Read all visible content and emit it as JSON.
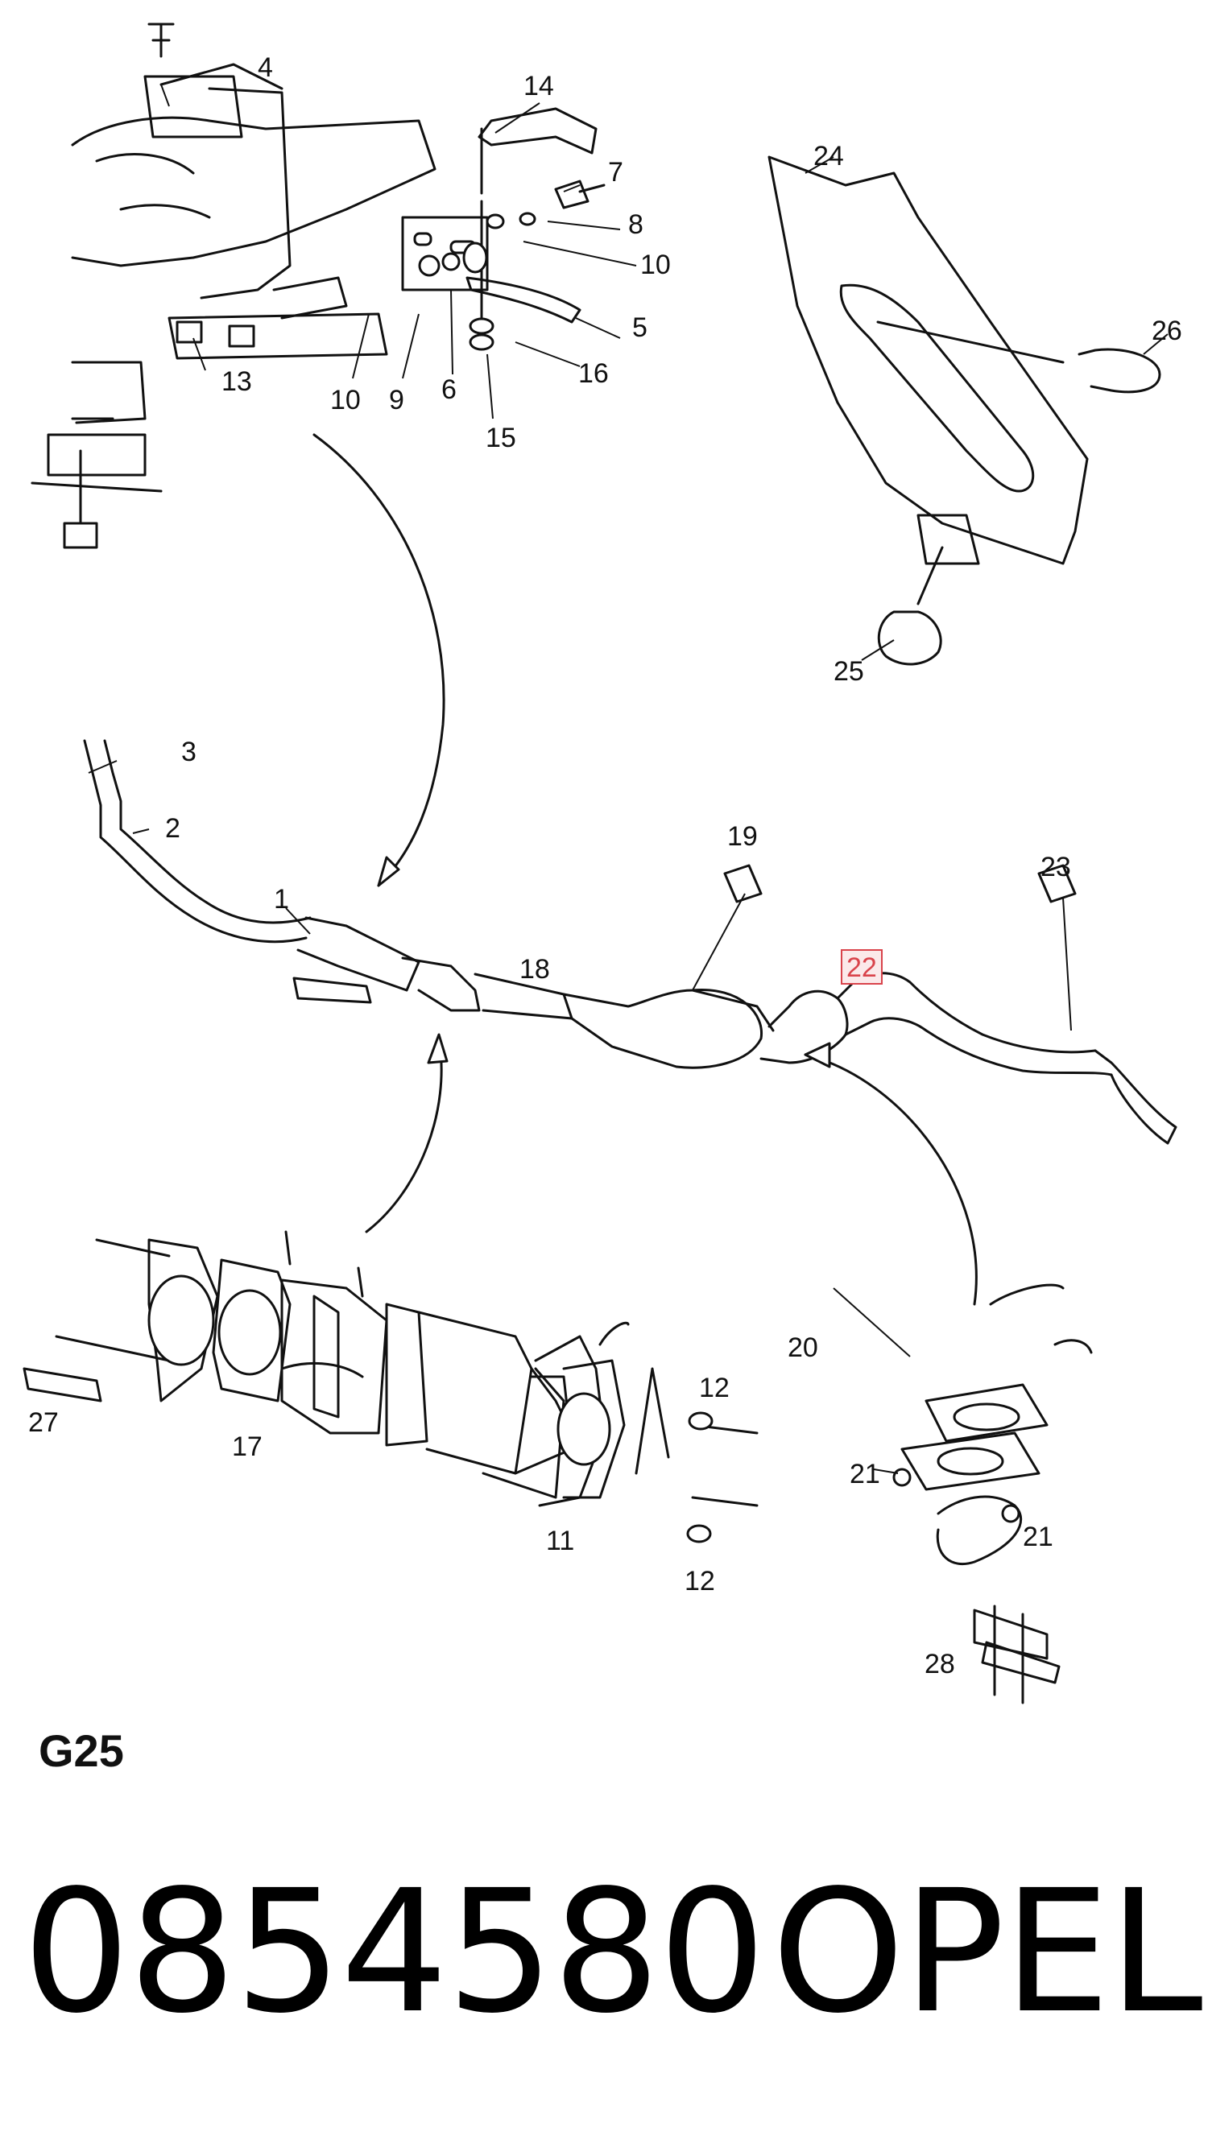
{
  "section_code": "G25",
  "part_number": "0854580",
  "brand": "OPEL",
  "highlighted_callout": "22",
  "highlight_color": "#d9434b",
  "callouts": {
    "c1": "1",
    "c2": "2",
    "c3": "3",
    "c4": "4",
    "c5": "5",
    "c6": "6",
    "c7": "7",
    "c8": "8",
    "c9": "9",
    "c10a": "10",
    "c10b": "10",
    "c11": "11",
    "c12a": "12",
    "c12b": "12",
    "c13": "13",
    "c14": "14",
    "c15": "15",
    "c16": "16",
    "c17": "17",
    "c18": "18",
    "c19": "19",
    "c20": "20",
    "c21a": "21",
    "c21b": "21",
    "c22": "22",
    "c23": "23",
    "c24": "24",
    "c25": "25",
    "c26": "26",
    "c27": "27",
    "c28": "28"
  }
}
